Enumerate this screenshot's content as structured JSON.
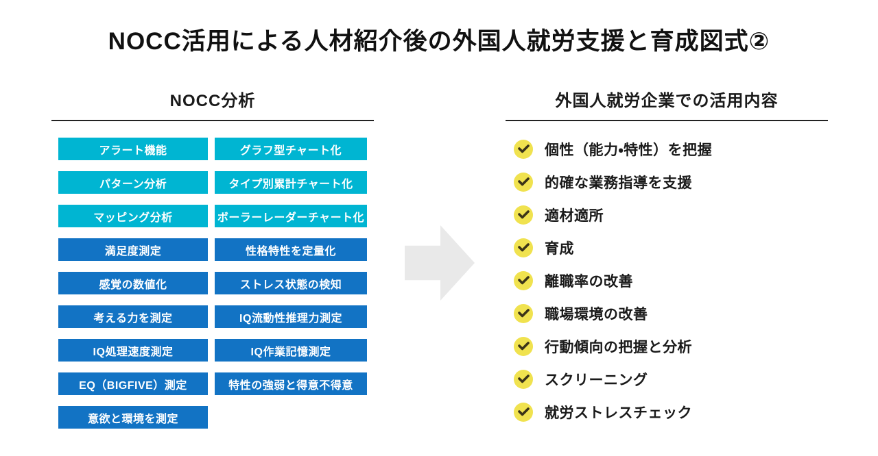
{
  "title": "NOCC活用による人材紹介後の外国人就労支援と育成図式②",
  "left_section": {
    "header": "NOCC分析",
    "column1": [
      {
        "label": "アラート機能",
        "color": "cyan"
      },
      {
        "label": "パターン分析",
        "color": "cyan"
      },
      {
        "label": "マッピング分析",
        "color": "cyan"
      },
      {
        "label": "満足度測定",
        "color": "blue"
      },
      {
        "label": "感覚の数値化",
        "color": "blue"
      },
      {
        "label": "考える力を測定",
        "color": "blue"
      },
      {
        "label": "IQ処理速度測定",
        "color": "blue"
      },
      {
        "label": "EQ（BIGFIVE）測定",
        "color": "blue"
      },
      {
        "label": "意欲と環境を測定",
        "color": "blue"
      }
    ],
    "column2": [
      {
        "label": "グラフ型チャート化",
        "color": "cyan"
      },
      {
        "label": "タイプ別累計チャート化",
        "color": "cyan"
      },
      {
        "label": "ボーラーレーダーチャート化",
        "color": "cyan"
      },
      {
        "label": "性格特性を定量化",
        "color": "blue"
      },
      {
        "label": "ストレス状態の検知",
        "color": "blue"
      },
      {
        "label": "IQ流動性推理力測定",
        "color": "blue"
      },
      {
        "label": "IQ作業記憶測定",
        "color": "blue"
      },
      {
        "label": "特性の強弱と得意不得意",
        "color": "blue"
      }
    ]
  },
  "right_section": {
    "header": "外国人就労企業での活用内容",
    "items": [
      "個性（能力・特性）を把握",
      "的確な業務指導を支援",
      "適材適所",
      "育成",
      "離職率の改善",
      "職場環境の改善",
      "行動傾向の把握と分析",
      "スクリーニング",
      "就労ストレスチェック"
    ]
  },
  "colors": {
    "cyan": "#00b5d2",
    "blue": "#1273c4",
    "arrow": "#e9e9e9",
    "check-bg": "#f0e24f",
    "check-mark": "#3b3418",
    "heading": "#1a1a1a"
  }
}
